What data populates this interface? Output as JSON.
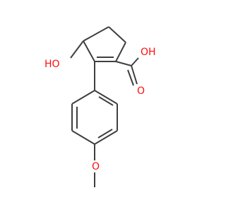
{
  "molecule": {
    "atoms": {
      "hydroxyl": "HO",
      "acid_oh": "OH",
      "carbonyl_o": "O",
      "ether_o": "O"
    },
    "colors": {
      "bond": "#3f3f3f",
      "oxygen": "#ff0d0d",
      "background": "#ffffff"
    }
  }
}
